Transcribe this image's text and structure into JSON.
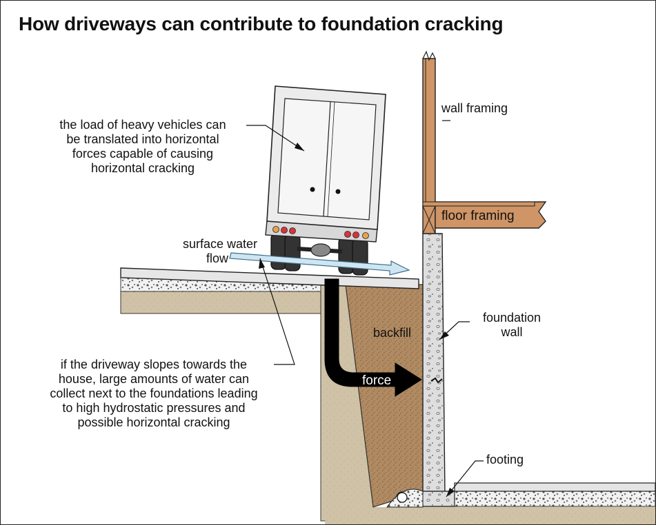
{
  "title": "How driveways can contribute to foundation cracking",
  "labels": {
    "wall_framing": "wall framing",
    "floor_framing": "floor framing",
    "foundation_wall": [
      "foundation",
      "wall"
    ],
    "backfill": "backfill",
    "force": "force",
    "footing": "footing",
    "surface_water_flow": [
      "surface water",
      "flow"
    ],
    "vehicle_load_note": [
      "the load of heavy vehicles can",
      "be translated into horizontal",
      "forces capable of causing",
      "horizontal cracking"
    ],
    "driveway_slope_note": [
      "if the driveway slopes towards the",
      "house, large amounts of water can",
      "collect next to the foundations leading",
      "to high hydrostatic pressures and",
      "possible horizontal cracking"
    ]
  },
  "colors": {
    "soil": "#cfc2a6",
    "backfill": "#b08a62",
    "concrete": "#d9d9d9",
    "wood": "#cf9566",
    "truck": "#ececec",
    "water_arrow": "#cfe6f2",
    "force_arrow": "#000000"
  }
}
